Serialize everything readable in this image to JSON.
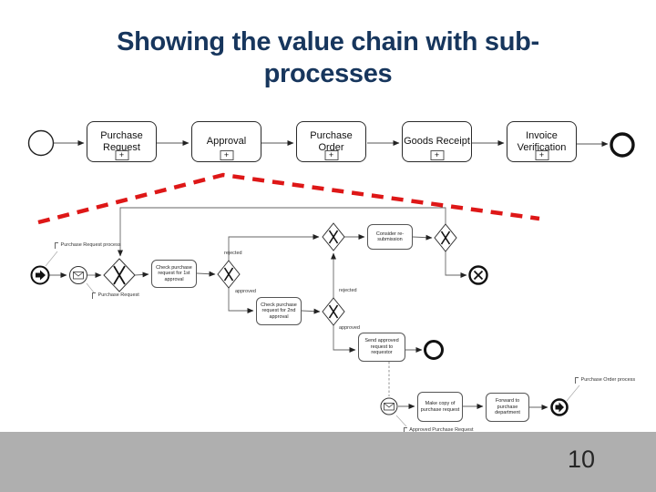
{
  "slide": {
    "title_line1": "Showing the value chain with sub-",
    "title_line2": "processes",
    "page_number": "10",
    "title_color": "#17365D",
    "footer_color": "#AFAFAF",
    "highlight_red": "#DE1717"
  },
  "value_chain": {
    "stages": [
      {
        "label": "Purchase Request"
      },
      {
        "label": "Approval"
      },
      {
        "label": "Purchase Order"
      },
      {
        "label": "Goods Receipt"
      },
      {
        "label": "Invoice Verification"
      }
    ],
    "expand_marker": "+"
  },
  "subprocess": {
    "annotations": {
      "purchase_request_process": "Purchase Request process",
      "purchase_request": "Purchase Request",
      "approved_purchase_request": "Approved Purchase Request",
      "purchase_order_process": "Purchase Order process"
    },
    "tasks": {
      "check1": "Check purchase request for 1st approval",
      "check2": "Check purchase request for 2nd approval",
      "consider": "Consider re-submission",
      "send": "Send approved request to requestor",
      "copy": "Make copy of purchase request",
      "forward": "Forward to purchase department"
    },
    "edge_labels": {
      "rejected1": "rejected",
      "approved1": "approved",
      "rejected2": "rejected",
      "approved2": "approved"
    },
    "icons": [
      "start-link-event",
      "message-event",
      "exclusive-gateway-x",
      "cancel-end-event",
      "end-event",
      "link-end-event",
      "subprocess-plus-marker"
    ]
  }
}
